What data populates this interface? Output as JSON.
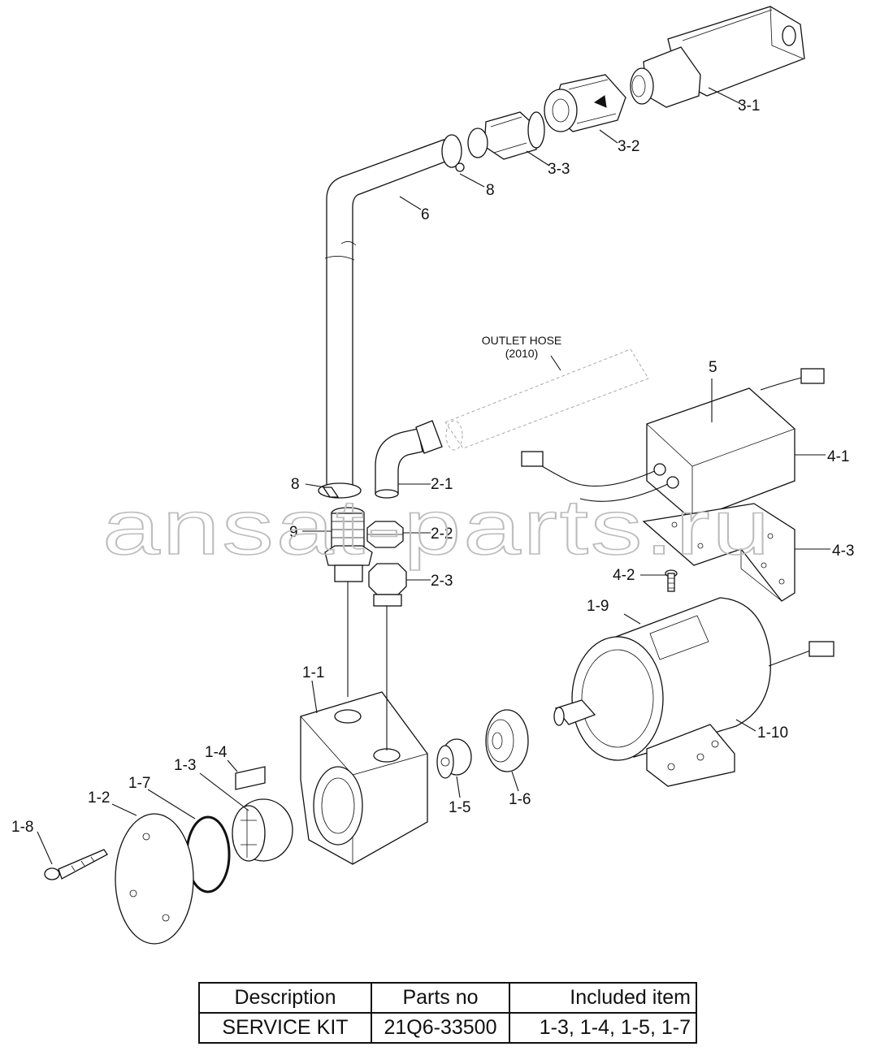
{
  "callouts": {
    "c3_1": "3-1",
    "c3_2": "3-2",
    "c3_3": "3-3",
    "c8_top": "8",
    "c6": "6",
    "c5": "5",
    "c4_1": "4-1",
    "c4_2": "4-2",
    "c4_3": "4-3",
    "c2_1": "2-1",
    "c2_2": "2-2",
    "c2_3": "2-3",
    "c8_low": "8",
    "c9": "9",
    "c1_1": "1-1",
    "c1_2": "1-2",
    "c1_3": "1-3",
    "c1_4": "1-4",
    "c1_5": "1-5",
    "c1_6": "1-6",
    "c1_7": "1-7",
    "c1_8": "1-8",
    "c1_9": "1-9",
    "c1_10": "1-10"
  },
  "outlet_note": {
    "line1": "OUTLET HOSE",
    "line2": "(2010)"
  },
  "watermark": "ansat-parts.ru",
  "kit_table": {
    "headers": [
      "Description",
      "Parts no",
      "Included item"
    ],
    "rows": [
      [
        "SERVICE KIT",
        "21Q6-33500",
        "1-3, 1-4, 1-5, 1-7"
      ]
    ]
  }
}
